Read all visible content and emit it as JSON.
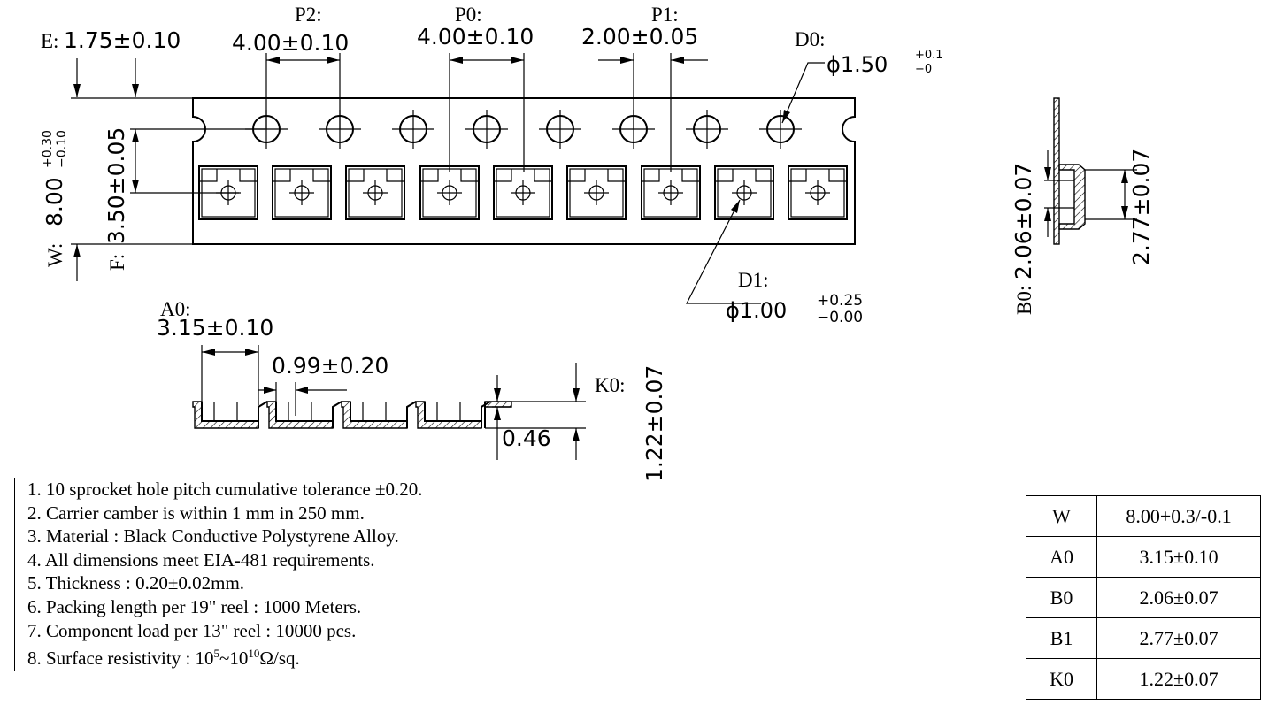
{
  "dims": {
    "E": {
      "label": "E:",
      "value": "1.75±0.10"
    },
    "P2": {
      "label": "P2:",
      "value": "4.00±0.10"
    },
    "P0": {
      "label": "P0:",
      "value": "4.00±0.10"
    },
    "P1": {
      "label": "P1:",
      "value": "2.00±0.05"
    },
    "D0": {
      "label": "D0:",
      "prefix": "ϕ1.50",
      "tol_upper": "+0.1",
      "tol_lower": "−0"
    },
    "W": {
      "label": "W:",
      "value": "8.00",
      "tol_upper": "+0.30",
      "tol_lower": "−0.10"
    },
    "F": {
      "label": "F:",
      "value": "3.50±0.05"
    },
    "D1": {
      "label": "D1:",
      "prefix": "ϕ1.00",
      "tol_upper": "+0.25",
      "tol_lower": "−0.00"
    },
    "A0": {
      "label": "A0:",
      "value": "3.15±0.10"
    },
    "T": {
      "value": "0.99±0.20"
    },
    "K0": {
      "label": "K0:",
      "value": "1.22±0.07"
    },
    "K1": {
      "value": "0.46"
    },
    "B0": {
      "label": "B0:",
      "value": "2.06±0.07"
    },
    "B1": {
      "value": "2.77±0.07"
    }
  },
  "notes": [
    {
      "text": "1. 10 sprocket hole pitch cumulative tolerance ±0.20."
    },
    {
      "text": "2. Carrier camber is within 1 mm in 250 mm."
    },
    {
      "text": "3. Material : Black Conductive Polystyrene Alloy."
    },
    {
      "text": "4. All dimensions meet EIA-481 requirements."
    },
    {
      "text": "5. Thickness : 0.20±0.02mm."
    },
    {
      "text": "6. Packing length per 19\" reel : 1000 Meters."
    },
    {
      "text": "7. Component load per 13\" reel : 10000 pcs."
    },
    {
      "text_before": "8. Surface resistivity : 10",
      "exp1": "5",
      "text_mid": "~10",
      "exp2": "10",
      "text_after": "Ω/sq."
    }
  ],
  "spec_table": [
    {
      "key": "W",
      "value": "8.00+0.3/-0.1"
    },
    {
      "key": "A0",
      "value": "3.15±0.10"
    },
    {
      "key": "B0",
      "value": "2.06±0.07"
    },
    {
      "key": "B1",
      "value": "2.77±0.07"
    },
    {
      "key": "K0",
      "value": "1.22±0.07"
    }
  ]
}
